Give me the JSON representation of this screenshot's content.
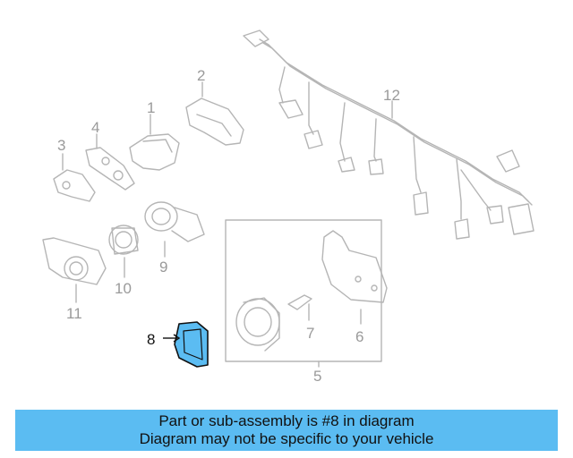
{
  "diagram": {
    "callouts": [
      "1",
      "2",
      "3",
      "4",
      "5",
      "6",
      "7",
      "8",
      "9",
      "10",
      "11",
      "12"
    ],
    "highlighted_part": "8",
    "highlight_color": "#5bbcf2",
    "line_color": "#b5b5b5",
    "active_color": "#111111"
  },
  "banner": {
    "line1": "Part or sub-assembly is #8 in diagram",
    "line2": "Diagram may not be specific to your vehicle",
    "background": "#5bbcf2"
  }
}
